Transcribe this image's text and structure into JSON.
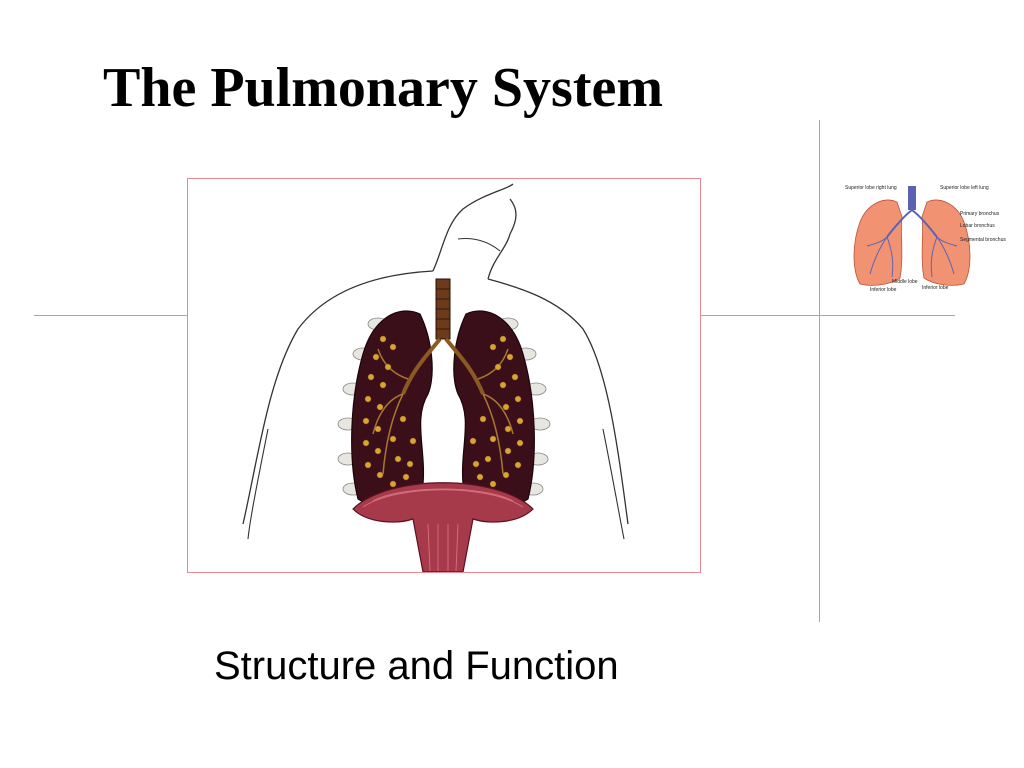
{
  "slide": {
    "title": "The Pulmonary System",
    "subtitle": "Structure and Function"
  },
  "illustration": {
    "main": "lungs-diagram",
    "thumbnail": "lungs-lobes-thumbnail"
  },
  "thumbnail_labels": {
    "superior_right": "Superior lobe right lung",
    "superior_left": "Superior lobe left lung",
    "primary_bronchus": "Primary bronchus",
    "lobar_bronchus": "Lobar bronchus",
    "segmental_bronchus": "Segmental bronchus",
    "middle_lobe": "Middle lobe",
    "inferior_lobe_right": "Inferior lobe",
    "inferior_lobe_left": "Inferior lobe"
  },
  "colors": {
    "accent_rule": "#e7898f",
    "lung_dark": "#3a0f1a",
    "alveoli": "#d9a431",
    "diaphragm": "#a63a4a",
    "thumb_lung": "#f19373",
    "thumb_airway": "#5a63b3"
  }
}
